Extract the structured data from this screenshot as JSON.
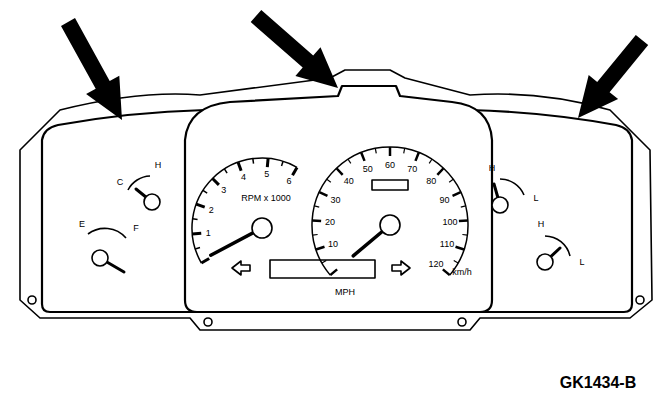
{
  "diagram": {
    "labels": [
      "GK1434-B",
      "1",
      "2",
      "3",
      "4",
      "5",
      "6",
      "RPM x 1000",
      "10",
      "20",
      "30",
      "40",
      "50",
      "60",
      "70",
      "80",
      "90",
      "100",
      "110",
      "120",
      "MPH",
      "km/h",
      "H",
      "C",
      "E",
      "F",
      "H",
      "L",
      "H",
      "L"
    ]
  }
}
